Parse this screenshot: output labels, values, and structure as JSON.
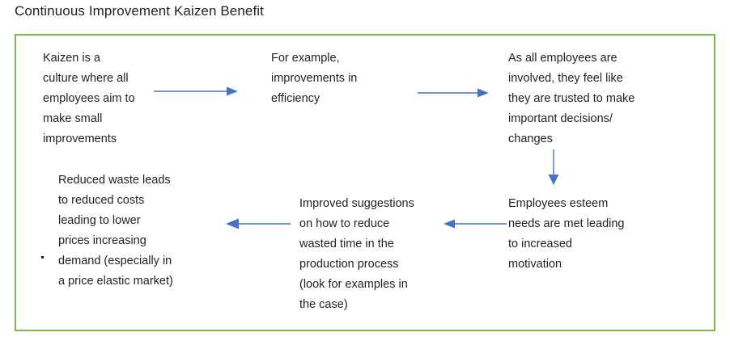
{
  "page": {
    "title": "Continuous Improvement Kaizen Benefit",
    "frame_border_color": "#7DB64E",
    "arrow_color": "#4472C4",
    "text_color": "#231f20",
    "background": "#FFFFFF"
  },
  "diagram": {
    "type": "cycle-flow",
    "nodes": [
      {
        "id": "kaizen-definition",
        "text": "Kaizen is a\nculture where all\nemployees aim to\nmake small\nimprovements"
      },
      {
        "id": "example-efficiency",
        "text": "For example,\nimprovements in\nefficiency"
      },
      {
        "id": "employee-involvement",
        "text": "As all employees are\ninvolved, they feel like\nthey are trusted to make\nimportant decisions/\nchanges"
      },
      {
        "id": "esteem-motivation",
        "text": "Employees esteem\nneeds are met leading\nto increased\nmotivation"
      },
      {
        "id": "improved-suggestions",
        "text": "Improved suggestions\non how to reduce\nwasted time in the\nproduction process\n(look for examples in\nthe case)"
      },
      {
        "id": "reduced-waste",
        "text": "Reduced waste leads\nto reduced costs\nleading to lower\nprices increasing\ndemand (especially in\na price elastic market)"
      }
    ],
    "connectors": [
      {
        "id": "arrow-1",
        "direction": "right",
        "from": "kaizen-definition",
        "to": "example-efficiency"
      },
      {
        "id": "arrow-2",
        "direction": "right",
        "from": "example-efficiency",
        "to": "employee-involvement"
      },
      {
        "id": "arrow-3",
        "direction": "down",
        "from": "employee-involvement",
        "to": "esteem-motivation"
      },
      {
        "id": "arrow-4",
        "direction": "left",
        "from": "esteem-motivation",
        "to": "improved-suggestions"
      },
      {
        "id": "arrow-5",
        "direction": "left",
        "from": "improved-suggestions",
        "to": "reduced-waste"
      }
    ],
    "bullet_marker": "·"
  }
}
